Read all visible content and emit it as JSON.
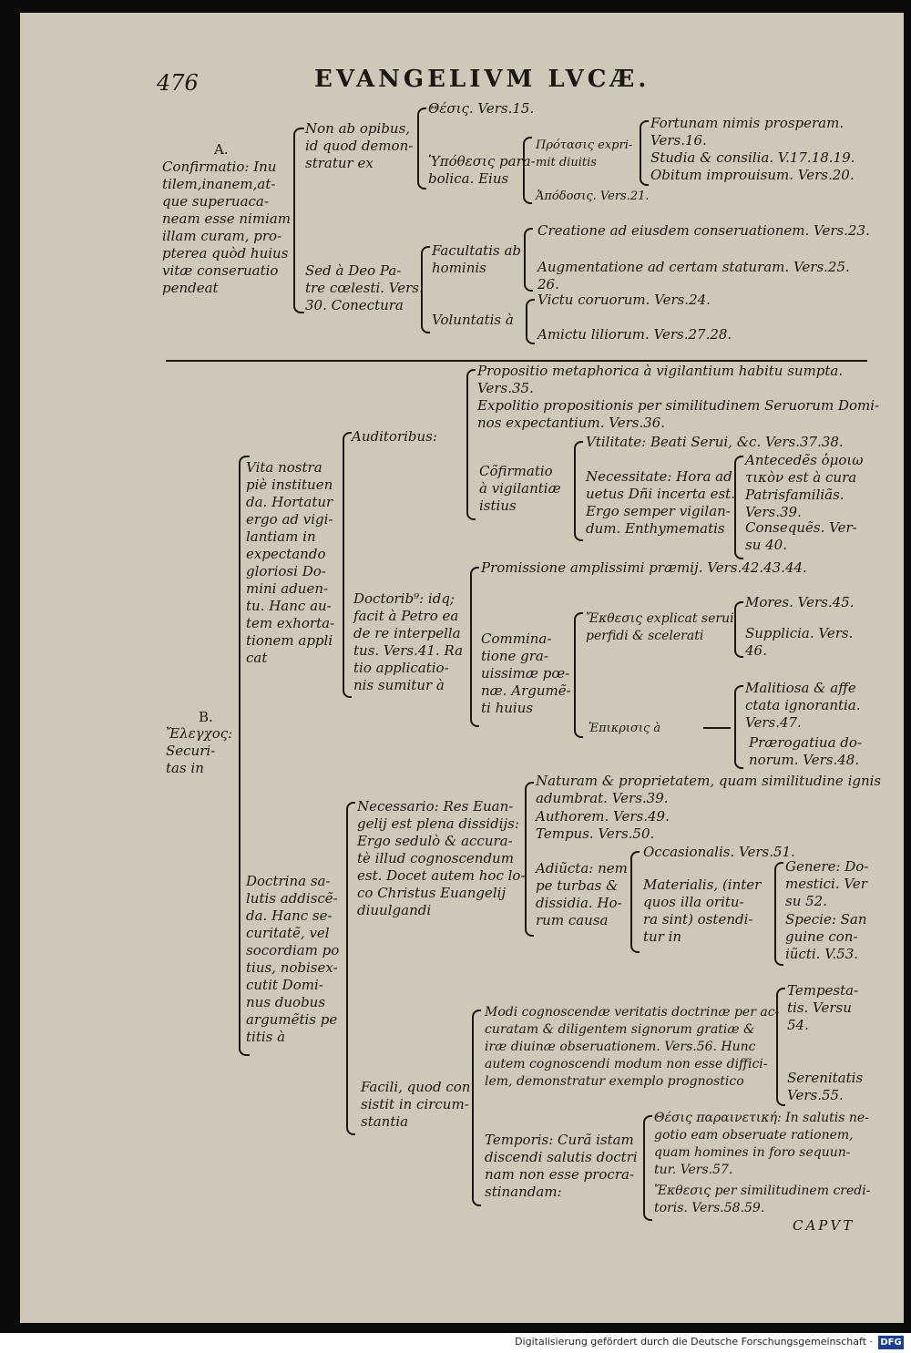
{
  "header": {
    "page_number": "476",
    "title": "EVANGELIVM LVCÆ."
  },
  "section_a": {
    "label": "A.",
    "root": [
      "Confirmatio: Inu",
      "tilem,inanem,at-",
      "que superuaca-",
      "neam esse nimiam",
      "illam curam, pro-",
      "pterea quòd huius",
      "vitæ conseruatio",
      "pendeat"
    ],
    "non": [
      "Non ab opibus,",
      "id quod demon-",
      "stratur ex"
    ],
    "thesis": "Θέσις. Vers.15.",
    "hypothesis": [
      "Ὑπόθεσις para-",
      "bolica. Eius"
    ],
    "protasis": [
      "Πρότασις expri-",
      "mit diuitis"
    ],
    "fortunam": [
      "Fortunam nimis prosperam.",
      "Vers.16.",
      "Studia & consilia. V.17.18.19.",
      "Obitum improuisum. Vers.20."
    ],
    "apodosis": "Ἀπόδοσις. Vers.21.",
    "sed": [
      "Sed à Deo Pa-",
      "tre cœlesti. Vers.",
      "30. Conectura"
    ],
    "facultatis": [
      "Facultatis ab",
      "hominis"
    ],
    "creatione": "Creatione ad eiusdem conseruationem. Vers.23.",
    "augmentatione": [
      "Augmentatione ad certam staturam. Vers.25.",
      "26."
    ],
    "voluntatis": "Voluntatis à",
    "victu": "Victu coruorum. Vers.24.",
    "amictu": "Amictu liliorum. Vers.27.28."
  },
  "section_b": {
    "label": "B.",
    "root": [
      "Ἔλεγχος:",
      "Securi-",
      "tas in"
    ],
    "vita": [
      "Vita nostra",
      "piè instituen",
      "da. Hortatur",
      "ergo ad vigi-",
      "lantiam in",
      "expectando",
      "gloriosi Do-",
      "mini aduen-",
      "tu. Hanc au-",
      "tem exhorta-",
      "tionem appli",
      "cat"
    ],
    "auditoribus": "Auditoribus:",
    "propositio": [
      "Propositio metaphorica à vigilantium habitu sumpta.",
      "Vers.35."
    ],
    "expolitio": [
      "Expolitio propositionis per similitudinem Seruorum Domi-",
      "nos expectantium. Vers.36."
    ],
    "confirmatio": [
      "Cõfirmatio",
      "à vigilantiæ",
      "istius"
    ],
    "vtilitate": "Vtilitate: Beati Serui, &c. Vers.37.38.",
    "necessitate": [
      "Necessitate: Hora ad",
      "uetus Dñi incerta est.",
      "Ergo semper vigilan-",
      "dum. Enthymematis"
    ],
    "antecedes": [
      "Antecedẽs ὁμοιω",
      "τικὸν est à cura",
      "Patrisfamiliãs.",
      "Vers.39."
    ],
    "conseques": [
      "Consequẽs. Ver-",
      "su 40."
    ],
    "doctoribus": [
      "Doctorib⁹: idq;",
      "facit à Petro ea",
      "de re interpella",
      "tus. Vers.41. Ra",
      "tio applicatio-",
      "nis sumitur à"
    ],
    "promissione": "Promissione amplissimi præmij. Vers.42.43.44.",
    "comminatione": [
      "Commina-",
      "tione gra-",
      "uissimæ pœ-",
      "næ. Argumẽ-",
      "ti huius"
    ],
    "ecthesis": [
      "Ἔκθεσις explicat serui",
      "perfidi & scelerati"
    ],
    "mores": "Mores. Vers.45.",
    "supplicia": [
      "Supplicia. Vers.",
      "46."
    ],
    "epicrisis": "Ἐπικρισις à",
    "malitiosa": [
      "Malitiosa & affe",
      "ctata ignorantia.",
      "Vers.47."
    ],
    "praerogatiua": [
      "Prærogatiua do-",
      "norum. Vers.48."
    ],
    "doctrina": [
      "Doctrina sa-",
      "lutis addiscẽ-",
      "da. Hanc se-",
      "curitatẽ, vel",
      "socordiam po",
      "tius, nobisex-",
      "cutit Domi-",
      "nus duobus",
      "argumẽtis pe",
      "titis à"
    ],
    "necessario": [
      "Necessario: Res Euan-",
      "gelij est plena dissidijs:",
      "Ergo sedulò & accura-",
      "tè illud cognoscendum",
      "est. Docet autem hoc lo-",
      "co Christus Euangelij",
      "diuulgandi"
    ],
    "naturam": [
      "Naturam & proprietatem, quam similitudine ignis",
      "adumbrat. Vers.39."
    ],
    "authorem": "Authorem. Vers.49.",
    "tempus": "Tempus. Vers.50.",
    "adiuncta": [
      "Adiũcta: nem",
      "pe turbas &",
      "dissidia. Ho-",
      "rum causa"
    ],
    "occasionalis": "Occasionalis. Vers.51.",
    "materialis": [
      "Materialis, (inter",
      "quos illa oritu-",
      "ra sint) ostendi-",
      "tur in"
    ],
    "genere": [
      "Genere: Do-",
      "mestici. Ver",
      "su 52."
    ],
    "specie": [
      "Specie: San",
      "guine con-",
      "iũcti. V.53."
    ],
    "facili": [
      "Facili, quod con",
      "sistit in circum-",
      "stantia"
    ],
    "modi": [
      "Modi cognoscendæ veritatis doctrinæ per ac-",
      "curatam & diligentem signorum gratiæ &",
      "iræ diuinæ obseruationem. Vers.56. Hunc",
      "autem cognoscendi modum non esse diffici-",
      "lem, demonstratur exemplo prognostico"
    ],
    "tempestatis": [
      "Tempesta-",
      "tis. Versu",
      "54."
    ],
    "serenitatis": [
      "Serenitatis",
      "Vers.55."
    ],
    "temporis": [
      "Temporis: Curã istam",
      "discendi salutis doctri",
      "nam non esse procra-",
      "stinandam:"
    ],
    "thesis2": [
      "Θέσις παραινετική: In salutis ne-",
      "gotio eam obseruate rationem,",
      "quam homines in foro sequun-",
      "tur. Vers.57."
    ],
    "ecthesis2": [
      "Ἔκθεσις per similitudinem credi-",
      "toris. Vers.58.59."
    ]
  },
  "catchword": "CAPVT",
  "footer": {
    "text": "Digitalisierung gefördert durch die Deutsche Forschungsgemeinschaft ·",
    "logo": "DFG"
  }
}
